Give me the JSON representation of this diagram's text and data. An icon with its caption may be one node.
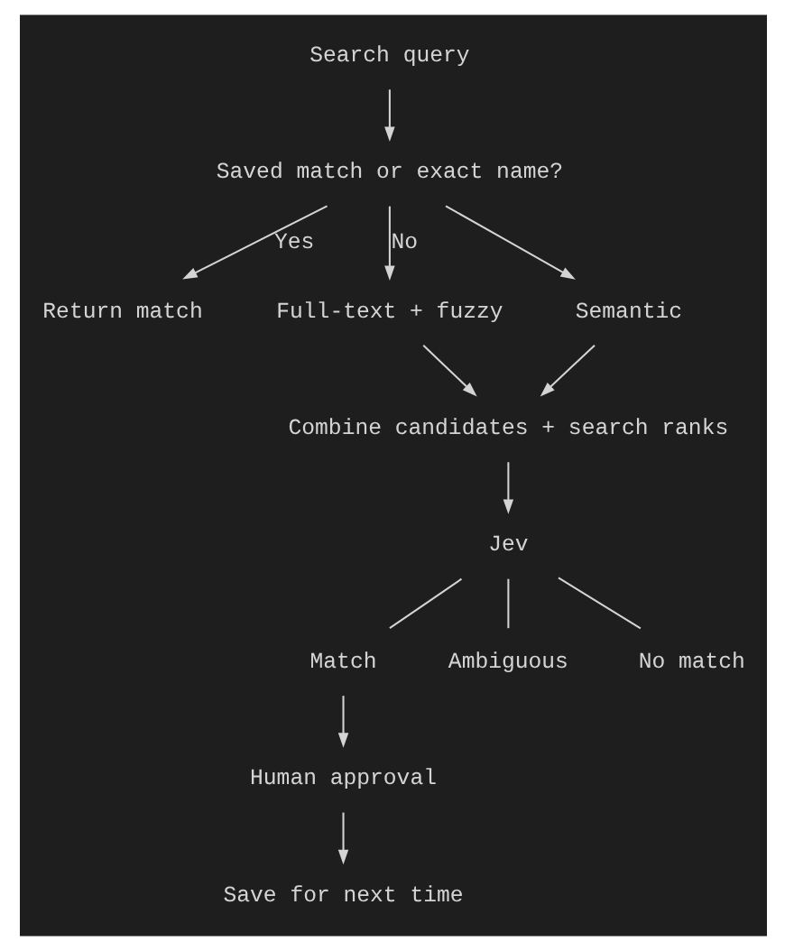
{
  "diagram": {
    "nodes": [
      {
        "text": [
          "Search query"
        ]
      },
      {
        "text": [
          "Saved match or exact name?"
        ]
      },
      {
        "text": [
          "Return match"
        ]
      },
      {
        "text": [
          "Full-text + fuzzy"
        ]
      },
      {
        "text": [
          "Semantic"
        ]
      },
      {
        "text": [
          "Combine candidates + search ranks"
        ]
      },
      {
        "text": [
          "Jev"
        ]
      },
      {
        "text": [
          "Match"
        ]
      },
      {
        "text": [
          "Ambiguous"
        ]
      },
      {
        "text": [
          "No match"
        ]
      },
      {
        "text": [
          "Human approval"
        ]
      },
      {
        "text": [
          "Save for next time"
        ]
      }
    ],
    "edges": [
      {
        "from": 0,
        "to": 1,
        "arrow": "to"
      },
      {
        "from": 1,
        "to": 2,
        "arrow": "to",
        "label": "Yes"
      },
      {
        "from": 1,
        "to": 3,
        "arrow": "to",
        "label": "No"
      },
      {
        "from": 1,
        "to": 4,
        "arrow": "to"
      },
      {
        "from": 3,
        "to": 5,
        "arrow": "to"
      },
      {
        "from": 4,
        "to": 5,
        "arrow": "to"
      },
      {
        "from": 5,
        "to": 6,
        "arrow": "to"
      },
      {
        "from": 6,
        "to": 7,
        "arrow": "none"
      },
      {
        "from": 6,
        "to": 8,
        "arrow": "none"
      },
      {
        "from": 6,
        "to": 9,
        "arrow": "none"
      },
      {
        "from": 7,
        "to": 10,
        "arrow": "to"
      },
      {
        "from": 10,
        "to": 11,
        "arrow": "to"
      }
    ]
  }
}
